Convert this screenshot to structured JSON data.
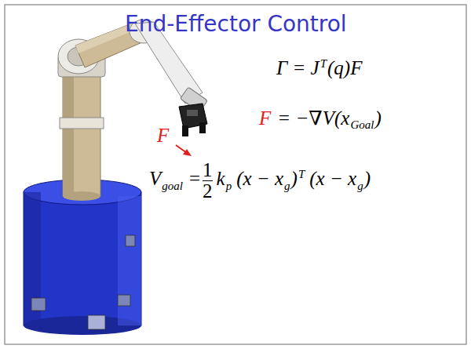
{
  "diagram": {
    "title": "End-Effector Control",
    "labels": [
      "F",
      "Γ = J",
      "T",
      "(q)F",
      "F",
      "= −∇V(x",
      "Goal",
      ")",
      "V",
      "goal",
      "=",
      "1",
      "2",
      "k",
      "p",
      "(x − x",
      "g",
      ")",
      "T",
      "(x − x",
      "g",
      ")"
    ]
  }
}
